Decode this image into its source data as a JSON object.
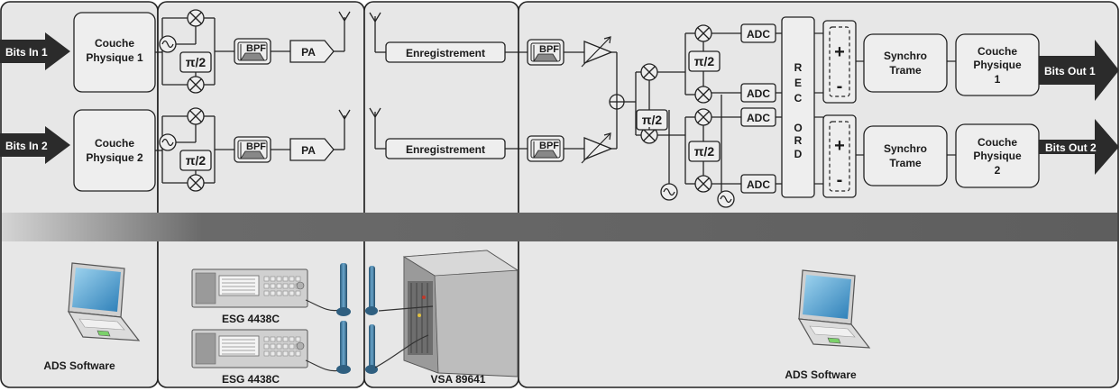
{
  "arrows_in": [
    "Bits In 1",
    "Bits In 2"
  ],
  "arrows_out": [
    "Bits Out 1",
    "Bits Out 2"
  ],
  "couche_in": [
    {
      "line1": "Couche",
      "line2": "Physique 1"
    },
    {
      "line1": "Couche",
      "line2": "Physique 2"
    }
  ],
  "couche_out": [
    {
      "line1": "Couche",
      "line2": "Physique",
      "line3": "1"
    },
    {
      "line1": "Couche",
      "line2": "Physique",
      "line3": "2"
    }
  ],
  "labels": {
    "pi2": "π/2",
    "bpf": "BPF",
    "pa": "PA",
    "adc": "ADC",
    "record": [
      "R",
      "E",
      "C",
      "O",
      "R",
      "D"
    ],
    "plus": "+",
    "minus": "-"
  },
  "enregistrement": [
    "Enregistrement",
    "Enregistrement"
  ],
  "synchro": [
    {
      "line1": "Synchro",
      "line2": "Trame"
    },
    {
      "line1": "Synchro",
      "line2": "Trame"
    }
  ],
  "equipment": {
    "laptop_left": "ADS Software",
    "esg_1": "ESG 4438C",
    "esg_2": "ESG 4438C",
    "vsa": "VSA 89641",
    "laptop_right": "ADS Software"
  },
  "colors": {
    "panel_bg": "#e7e7e7",
    "band_dark": "#606060",
    "band_light": "#d4d4d4",
    "box_fill": "#eeeeee",
    "stroke": "#222222",
    "arrow": "#2b2b2b"
  }
}
